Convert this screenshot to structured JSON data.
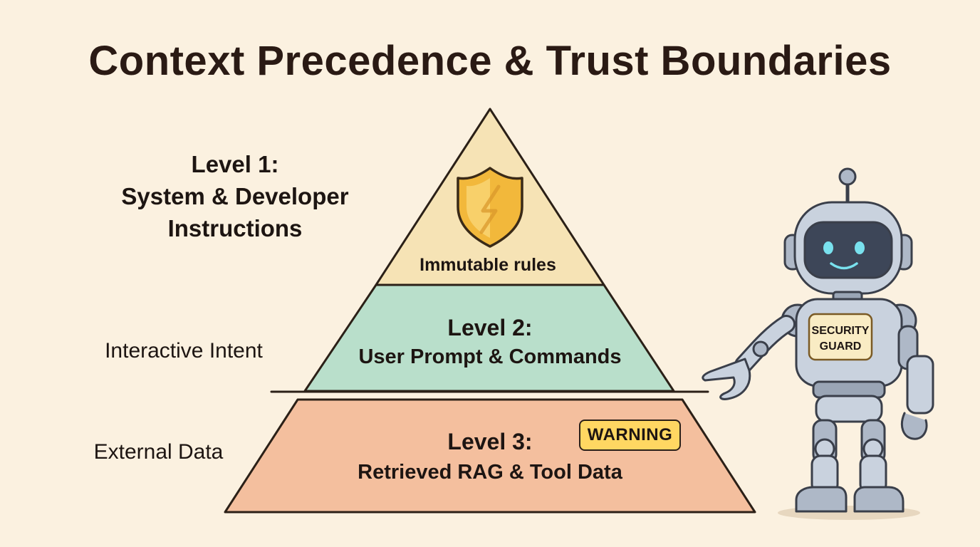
{
  "title": "Context Precedence & Trust Boundaries",
  "levels": [
    {
      "side_label_lines": [
        "Level 1:",
        "System & Developer",
        "Instructions"
      ],
      "inner_text": "Immutable rules",
      "color": "#f6e3b5"
    },
    {
      "side_label": "Interactive Intent",
      "inner_title": "Level 2:",
      "inner_subtitle": "User Prompt & Commands",
      "color": "#b9dfcb"
    },
    {
      "side_label": "External Data",
      "inner_title": "Level 3:",
      "inner_subtitle": "Retrieved RAG & Tool Data",
      "badge": "WARNING",
      "color": "#f4bf9e"
    }
  ],
  "robot": {
    "badge_lines": [
      "SECURITY",
      "GUARD"
    ]
  },
  "icons": [
    "shield-icon",
    "robot-guard-icon"
  ],
  "colors": {
    "background": "#fbf1e0",
    "outline": "#2b2017",
    "shield": "#f2b83b",
    "warning_badge": "#ffd762",
    "robot_eye": "#79e1ee"
  }
}
